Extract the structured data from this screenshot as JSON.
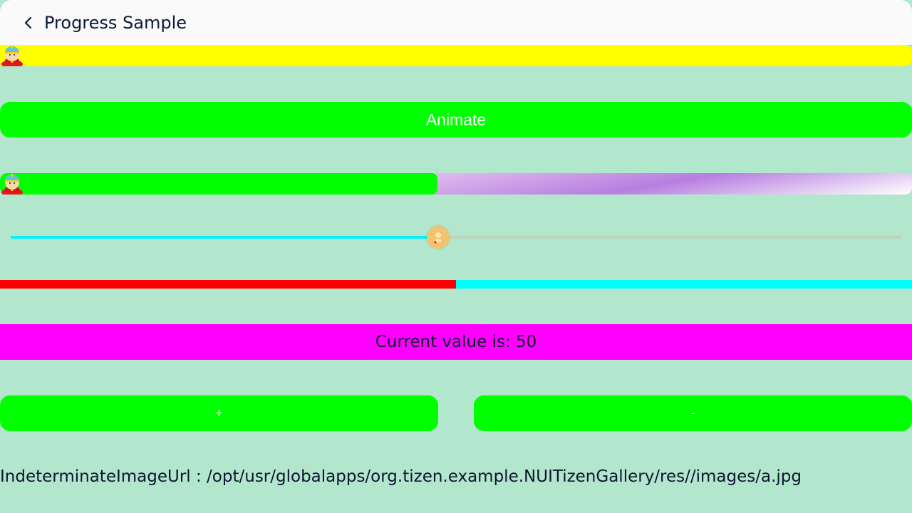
{
  "header": {
    "title": "Progress Sample",
    "back_icon": "chevron-left-icon"
  },
  "progress_top": {
    "color": "#ffff00",
    "value_percent": 0
  },
  "animate_button": {
    "label": "Animate",
    "color": "#00ff00"
  },
  "progress_mid": {
    "value_percent": 48,
    "fill_color": "#00ff00"
  },
  "slider": {
    "value_percent": 48,
    "fill_color": "#00f0ff",
    "track_color": "#bcd4b8"
  },
  "progress_bottom": {
    "value_percent": 50,
    "fill_color": "#ff0000",
    "track_color": "#00ffff"
  },
  "value_label": {
    "text": "Current value is: 50",
    "background": "#ff00ff"
  },
  "buttons": {
    "plus_label": "+",
    "minus_label": "-"
  },
  "info": {
    "url_text": "IndeterminateImageUrl : /opt/usr/globalapps/org.tizen.example.NUITizenGallery/res//images/a.jpg"
  }
}
